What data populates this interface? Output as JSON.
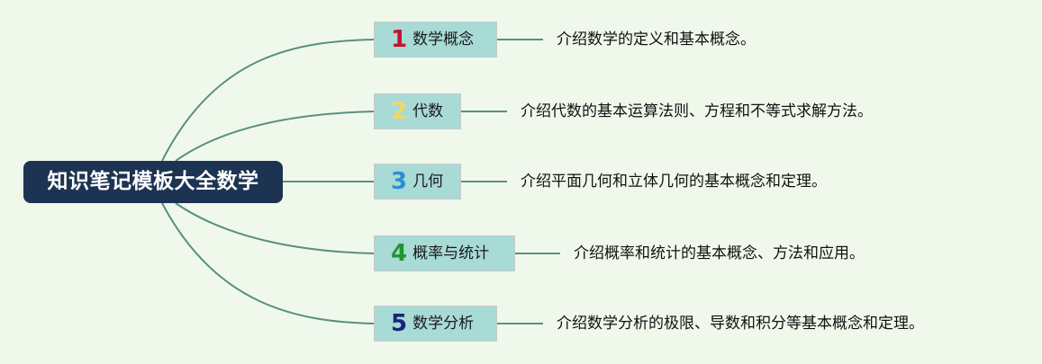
{
  "root": {
    "label": "知识笔记模板大全数学"
  },
  "branches": [
    {
      "number": "1",
      "number_color": "#c8102e",
      "label": "数学概念",
      "description": "介绍数学的定义和基本概念。"
    },
    {
      "number": "2",
      "number_color": "#f2d864",
      "label": "代数",
      "description": "介绍代数的基本运算法则、方程和不等式求解方法。"
    },
    {
      "number": "3",
      "number_color": "#2a8fd6",
      "label": "几何",
      "description": "介绍平面几何和立体几何的基本概念和定理。"
    },
    {
      "number": "4",
      "number_color": "#23952e",
      "label": "概率与统计",
      "description": "介绍概率和统计的基本概念、方法和应用。"
    },
    {
      "number": "5",
      "number_color": "#15267a",
      "label": "数学分析",
      "description": "介绍数学分析的极限、导数和积分等基本概念和定理。"
    }
  ],
  "colors": {
    "background": "#f0f8ec",
    "root_fill": "#1d3352",
    "branch_fill": "#a8dad6",
    "connector": "#5a8f80"
  }
}
